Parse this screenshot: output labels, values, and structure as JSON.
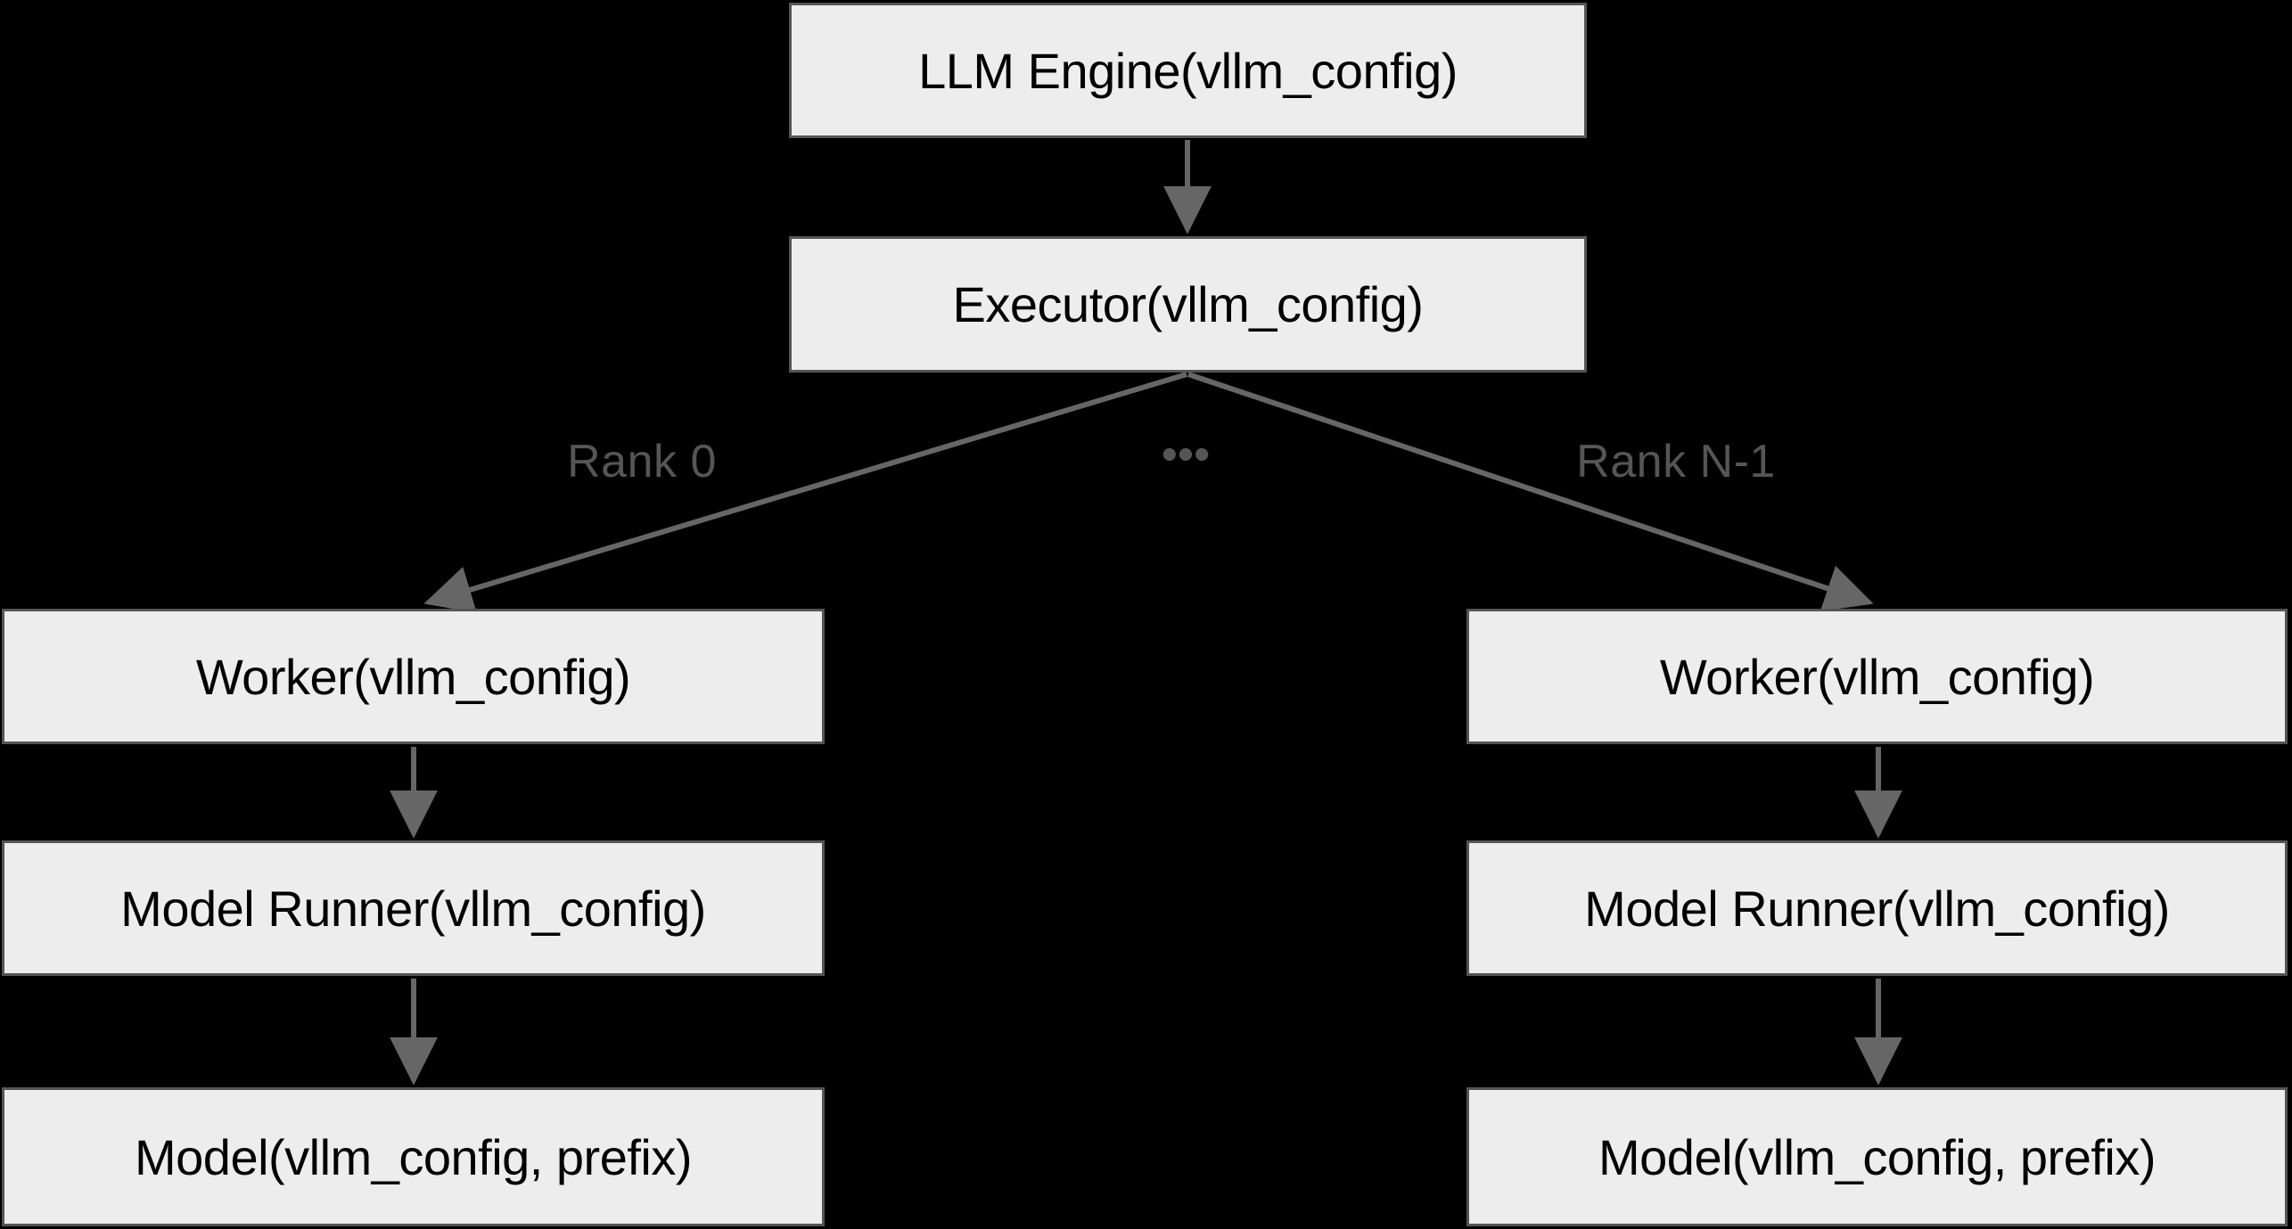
{
  "diagram": {
    "title": "vLLM Engine / Executor / Worker hierarchy",
    "background_color": "#000000",
    "node_fill_color": "#ededed",
    "node_border_color": "#555555",
    "node_text_color": "#000000",
    "edge_color": "#666666",
    "edge_label_color": "#555555",
    "nodes": {
      "llm_engine": "LLM Engine(vllm_config)",
      "executor": "Executor(vllm_config)",
      "worker_rank0": "Worker(vllm_config)",
      "model_runner_rank0": "Model Runner(vllm_config)",
      "model_rank0": "Model(vllm_config, prefix)",
      "worker_rankn": "Worker(vllm_config)",
      "model_runner_rankn": "Model Runner(vllm_config)",
      "model_rankn": "Model(vllm_config, prefix)"
    },
    "edge_labels": {
      "rank0": "Rank 0",
      "ellipsis": "•••",
      "rankn": "Rank N-1"
    }
  }
}
